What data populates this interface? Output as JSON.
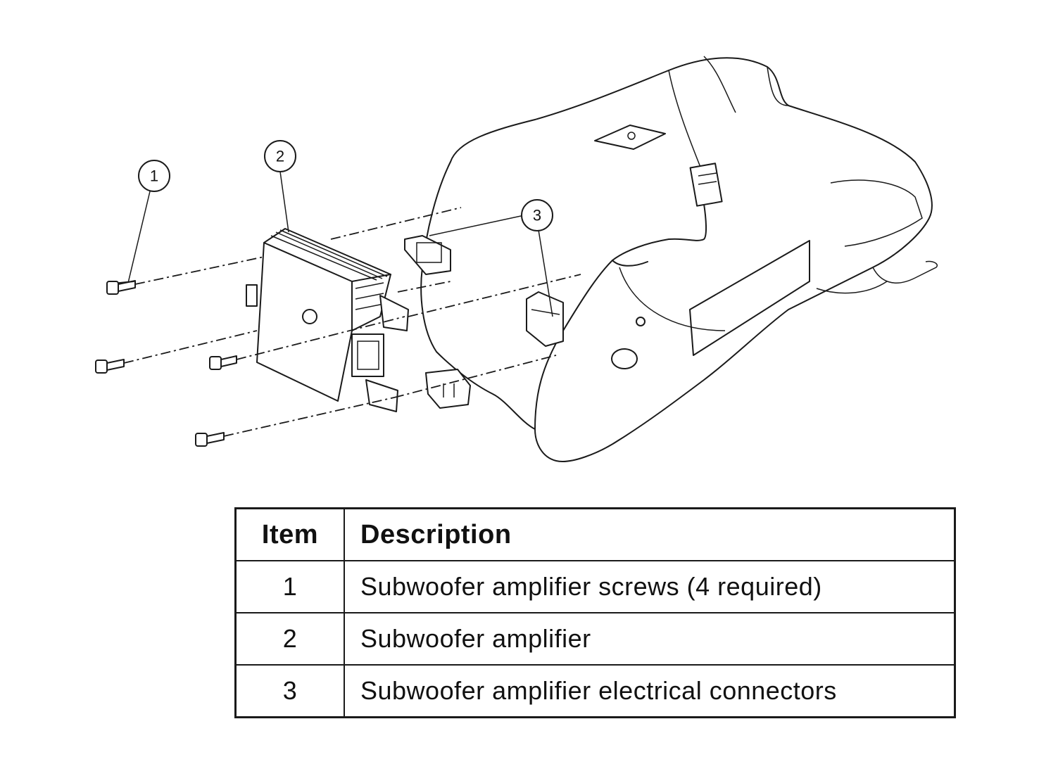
{
  "callouts": [
    {
      "label": "1"
    },
    {
      "label": "2"
    },
    {
      "label": "3"
    }
  ],
  "table": {
    "headers": {
      "item": "Item",
      "description": "Description"
    },
    "rows": [
      {
        "item": "1",
        "description": "Subwoofer amplifier screws (4 required)"
      },
      {
        "item": "2",
        "description": "Subwoofer amplifier"
      },
      {
        "item": "3",
        "description": "Subwoofer amplifier electrical connectors"
      }
    ]
  }
}
